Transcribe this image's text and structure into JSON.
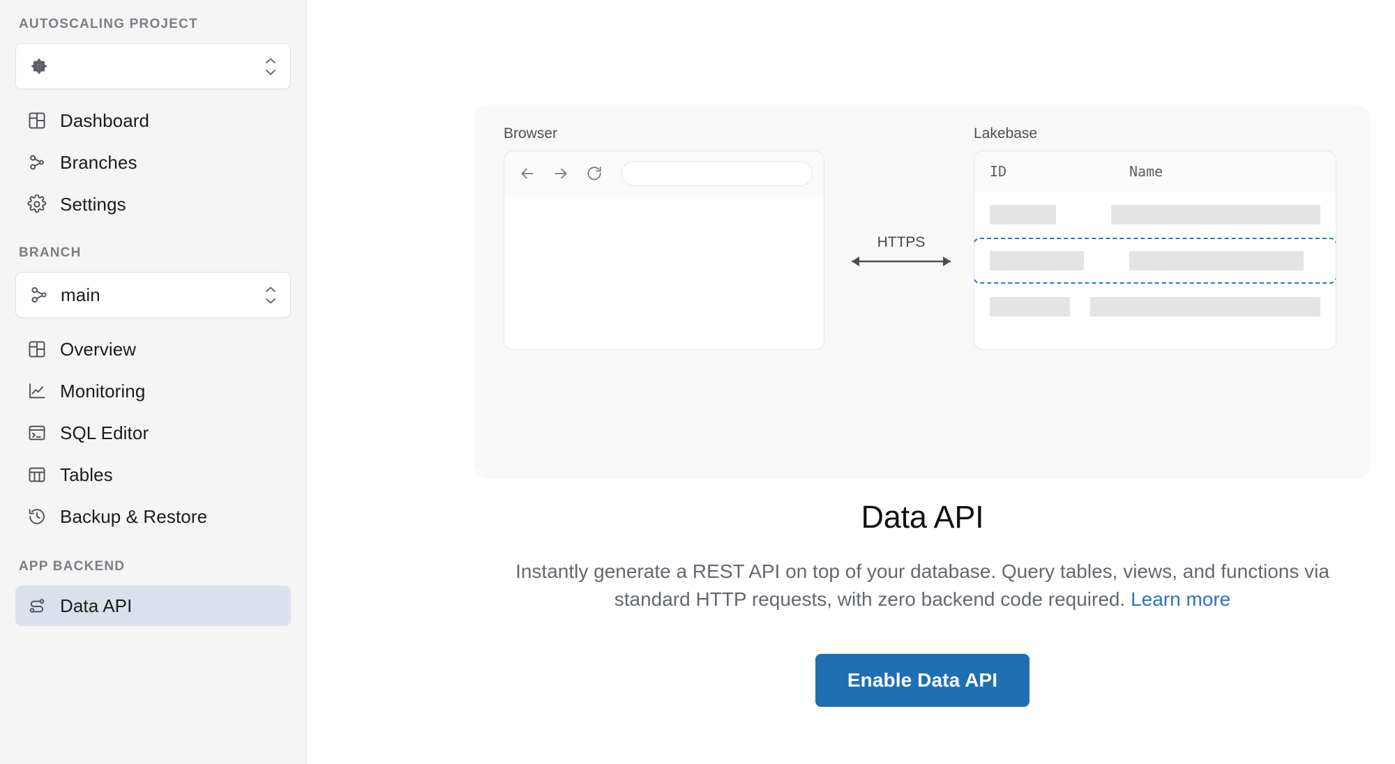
{
  "sidebar": {
    "project_section_label": "AUTOSCALING PROJECT",
    "project_selector": {
      "icon": "project-diamond-icon",
      "value": "",
      "redacted": true
    },
    "project_nav": [
      {
        "label": "Dashboard",
        "icon": "layout-grid-icon",
        "active": false
      },
      {
        "label": "Branches",
        "icon": "git-branch-icon",
        "active": false
      },
      {
        "label": "Settings",
        "icon": "gear-icon",
        "active": false
      }
    ],
    "branch_section_label": "BRANCH",
    "branch_selector": {
      "icon": "git-branch-icon",
      "value": "main"
    },
    "branch_nav": [
      {
        "label": "Overview",
        "icon": "layout-grid-icon",
        "active": false
      },
      {
        "label": "Monitoring",
        "icon": "line-chart-icon",
        "active": false
      },
      {
        "label": "SQL Editor",
        "icon": "terminal-icon",
        "active": false
      },
      {
        "label": "Tables",
        "icon": "table-icon",
        "active": false
      },
      {
        "label": "Backup & Restore",
        "icon": "history-clock-icon",
        "active": false
      }
    ],
    "app_backend_section_label": "APP BACKEND",
    "app_backend_nav": [
      {
        "label": "Data API",
        "icon": "route-nodes-icon",
        "active": true
      }
    ]
  },
  "hero": {
    "browser": {
      "caption": "Browser",
      "back_icon": "arrow-left-icon",
      "forward_icon": "arrow-right-icon",
      "reload_icon": "reload-icon",
      "url_value": "",
      "url_placeholder": ""
    },
    "connector": {
      "label": "HTTPS",
      "icon": "double-arrow-icon"
    },
    "lakebase": {
      "caption": "Lakebase",
      "columns": [
        "ID",
        "Name"
      ],
      "rows": [
        {
          "id_width": 95,
          "name_width": 300,
          "highlighted": false
        },
        {
          "id_width": 135,
          "name_width": 250,
          "highlighted": true
        },
        {
          "id_width": 115,
          "name_width": 330,
          "highlighted": false
        }
      ]
    }
  },
  "content": {
    "title": "Data API",
    "description_part1": "Instantly generate a REST API on top of your database. Query tables, views, and functions via standard HTTP requests, with zero backend code required. ",
    "learn_more_label": "Learn more",
    "cta_label": "Enable Data API"
  },
  "colors": {
    "sidebar_bg": "#f5f5f5",
    "active_nav_bg": "#dbe1ec",
    "accent_blue": "#1f6fb2",
    "link_blue": "#2a74c4",
    "dashed_highlight": "#2a74c4",
    "panel_bg": "#f8f8f8",
    "skeleton": "#e4e4e4"
  }
}
